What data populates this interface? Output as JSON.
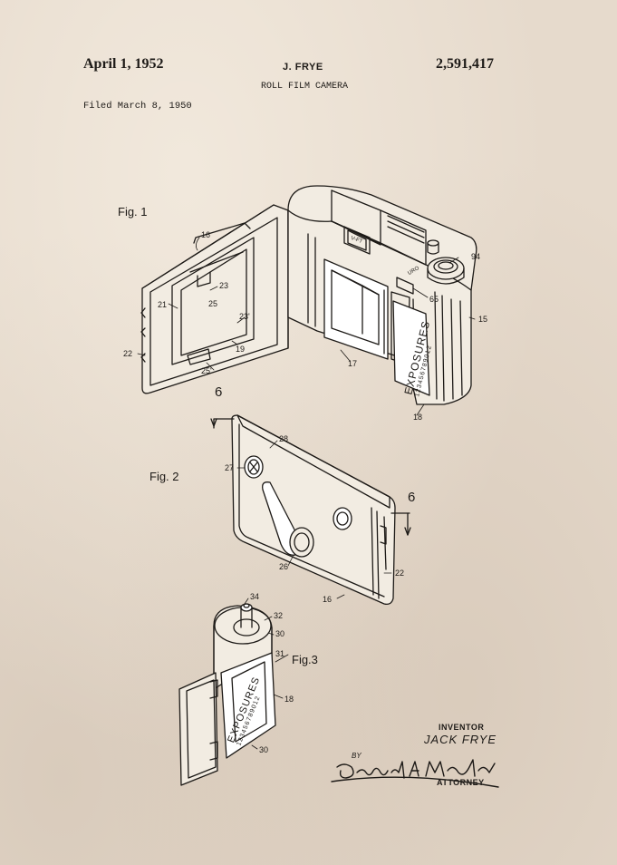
{
  "header": {
    "date": "April 1, 1952",
    "inventor": "J. FRYE",
    "patent_number": "2,591,417",
    "title": "ROLL FILM CAMERA",
    "filed": "Filed March 8, 1950"
  },
  "figures": {
    "fig1": "Fig. 1",
    "fig2": "Fig. 2",
    "fig3": "Fig.3"
  },
  "section_marks": [
    "6",
    "6"
  ],
  "reference_numbers": {
    "fig1": [
      "16",
      "23",
      "21",
      "25",
      "23'",
      "19",
      "22",
      "25'",
      "17",
      "94",
      "65",
      "15",
      "18"
    ],
    "fig2": [
      "28",
      "27",
      "26",
      "22",
      "16"
    ],
    "fig3": [
      "34",
      "32",
      "30",
      "31",
      "18",
      "30"
    ]
  },
  "counter_text": {
    "word": "EXPOSURES",
    "digits": "123456789012"
  },
  "camera_label": "V-FT",
  "dial_marks": "URO",
  "signature": {
    "inventor_label": "INVENTOR",
    "inventor_name": "JACK FRYE",
    "by": "BY",
    "attorney_label": "ATTORNEY"
  },
  "colors": {
    "paper": "#e6dacc",
    "ink": "#1d1a17"
  }
}
